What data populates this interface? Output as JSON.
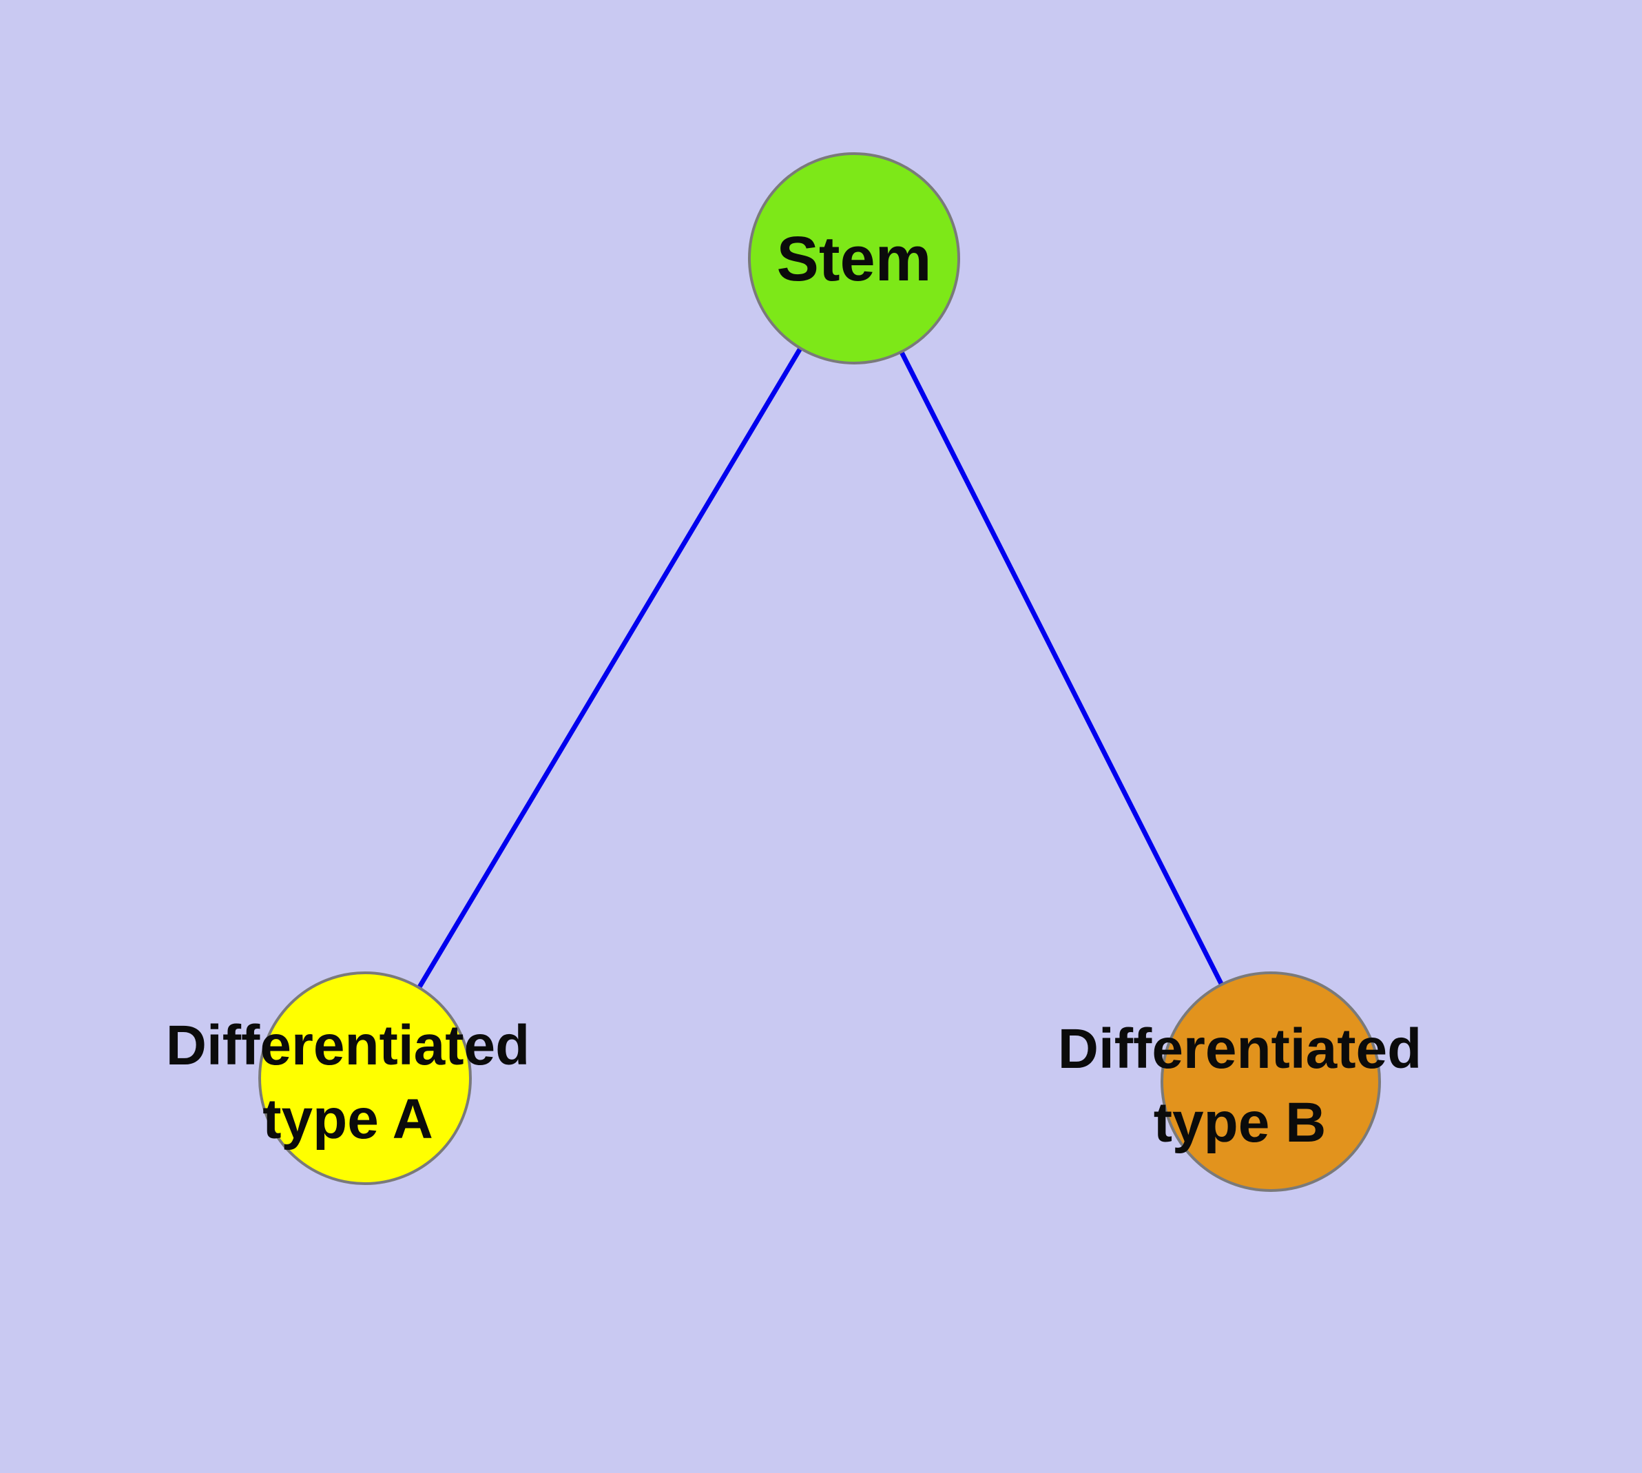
{
  "diagram": {
    "background_color": "#c9c9f2",
    "edge_color": "#0000ee",
    "node_border_color": "#7a7a7a",
    "nodes": [
      {
        "id": "stem",
        "label": "Stem",
        "fill": "#7de818"
      },
      {
        "id": "differentiated-type-a",
        "label_line1": "Differentiated",
        "label_line2": "type A",
        "fill": "#ffff00"
      },
      {
        "id": "differentiated-type-b",
        "label_line1": "Differentiated",
        "label_line2": "type B",
        "fill": "#e2931d"
      }
    ],
    "edges": [
      {
        "from": "stem",
        "to": "differentiated-type-a"
      },
      {
        "from": "stem",
        "to": "differentiated-type-b"
      }
    ]
  }
}
